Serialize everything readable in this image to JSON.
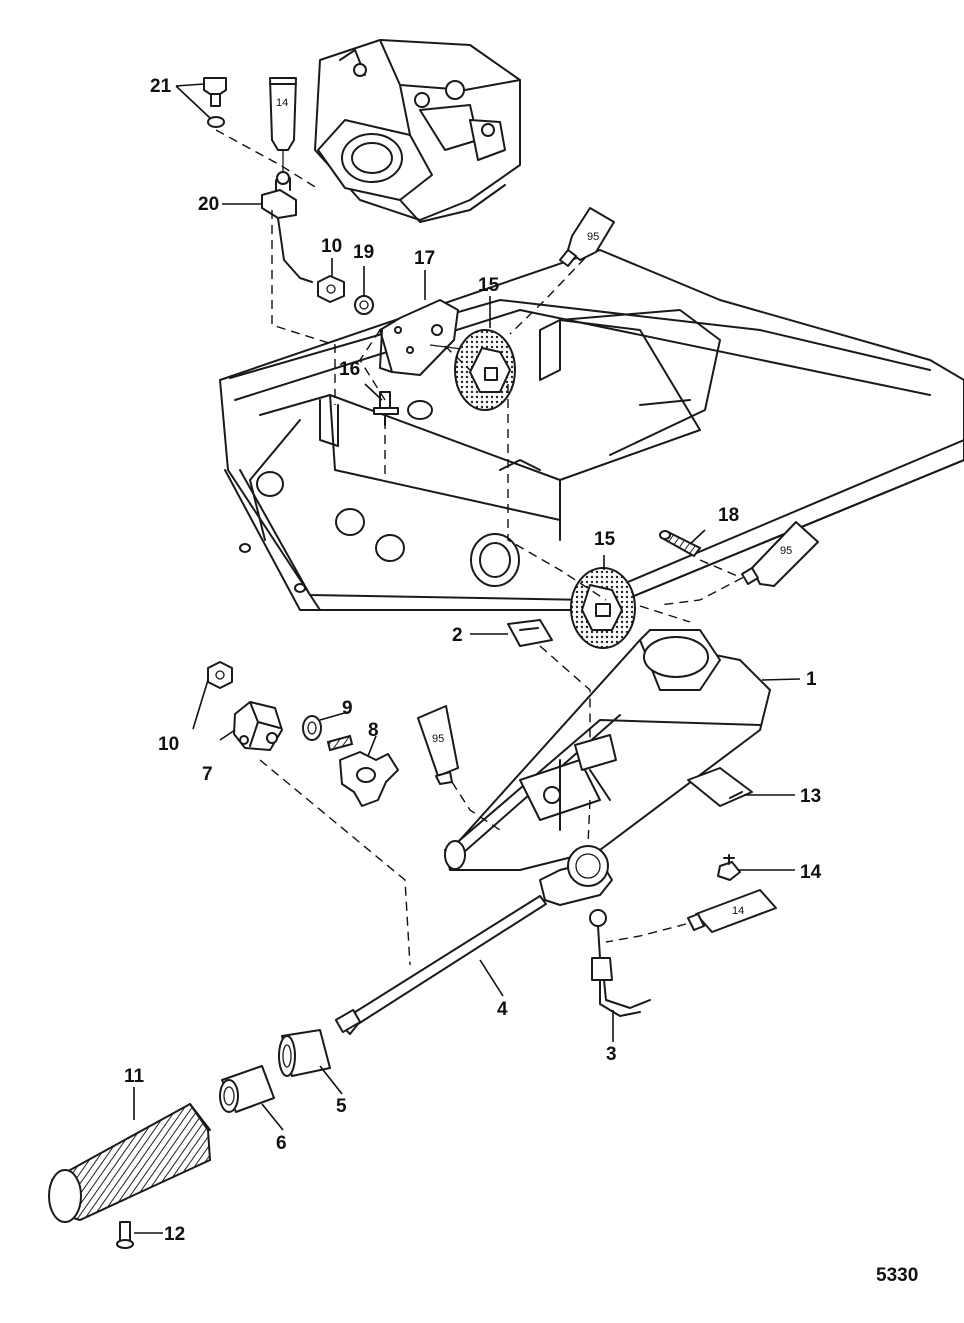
{
  "figure_number": "5330",
  "callouts": {
    "c1": "1",
    "c2": "2",
    "c3": "3",
    "c4": "4",
    "c5": "5",
    "c6": "6",
    "c7": "7",
    "c8": "8",
    "c9": "9",
    "c10a": "10",
    "c10b": "10",
    "c11": "11",
    "c12": "12",
    "c13": "13",
    "c14": "14",
    "c15a": "15",
    "c15b": "15",
    "c16": "16",
    "c17": "17",
    "c18": "18",
    "c19": "19",
    "c20": "20",
    "c21": "21"
  },
  "sealant_tubes": {
    "t_top_14": "14",
    "t_95_a": "95",
    "t_95_b": "95",
    "t_95_c": "95",
    "t_14_b": "14"
  }
}
